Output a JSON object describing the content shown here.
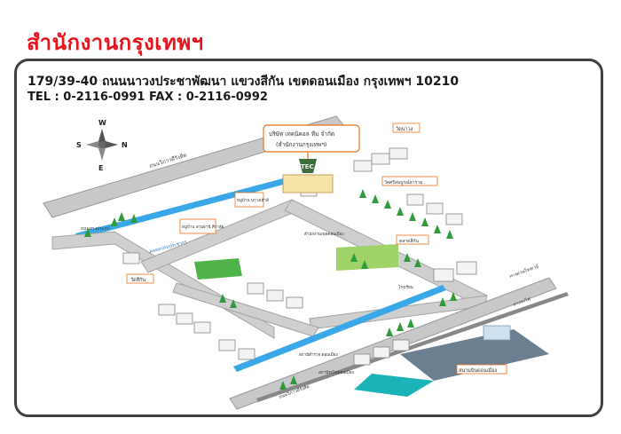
{
  "header": {
    "title": "สำนักงานกรุงเทพฯ",
    "address": "179/39-40 ถนนนาวงประชาพัฒนา แขวงสีกัน เขตดอนเมือง กรุงเทพฯ 10210",
    "contact": "TEL : 0-2116-0991 FAX : 0-2116-0992"
  },
  "compass": {
    "n": "N",
    "s": "S",
    "e": "E",
    "w": "W"
  },
  "company": {
    "callout_line1": "บริษัท เทคนิคอล ทีม จำกัด",
    "callout_line2": "(สำนักงานกรุงเทพฯ)",
    "building_label": "TEC"
  },
  "landmarks": {
    "wat_naowong": "วัดนาวง",
    "wat_sri_somboon": "วัดศรีสมบูรณ์ธาราม",
    "village_nawong": "หมู่บ้าน นาวงเฮ้าส์",
    "village_srinives": "หมู่บ้าน สวนธานี ศิวาลัย",
    "wat_silan": "วัดสีกัน",
    "don_mueang_district_office": "สำนักงานเขตดอนเมือง",
    "don_mueang_police": "สถานีตำรวจ ดอนเมือง",
    "don_mueang_airport": "สนามบินดอนเมือง",
    "bangkok_market": "ตลาดสีกัน",
    "railway_station": "สถานีรถไฟดอนเมือง",
    "school": "โรงเรียน"
  },
  "roads": {
    "vibhavadi_upper": "ถนนวิภาวดีรังสิต",
    "vibhavadi_lower": "ถนนวิภาวดีรังสิต",
    "songprapa": "ถนนสรงประภา",
    "railway": "ทางรถไฟ",
    "tollway": "ทางด่วนโทลเวย์",
    "canal": "คลองเปรมประชากร"
  },
  "colors": {
    "title_red": "#e8141c",
    "road": "#c8c8c8",
    "canal": "#3aa8e8",
    "tree": "#2f9b3a",
    "callout_border": "#e8741c",
    "label_orange": "#e8741c"
  }
}
